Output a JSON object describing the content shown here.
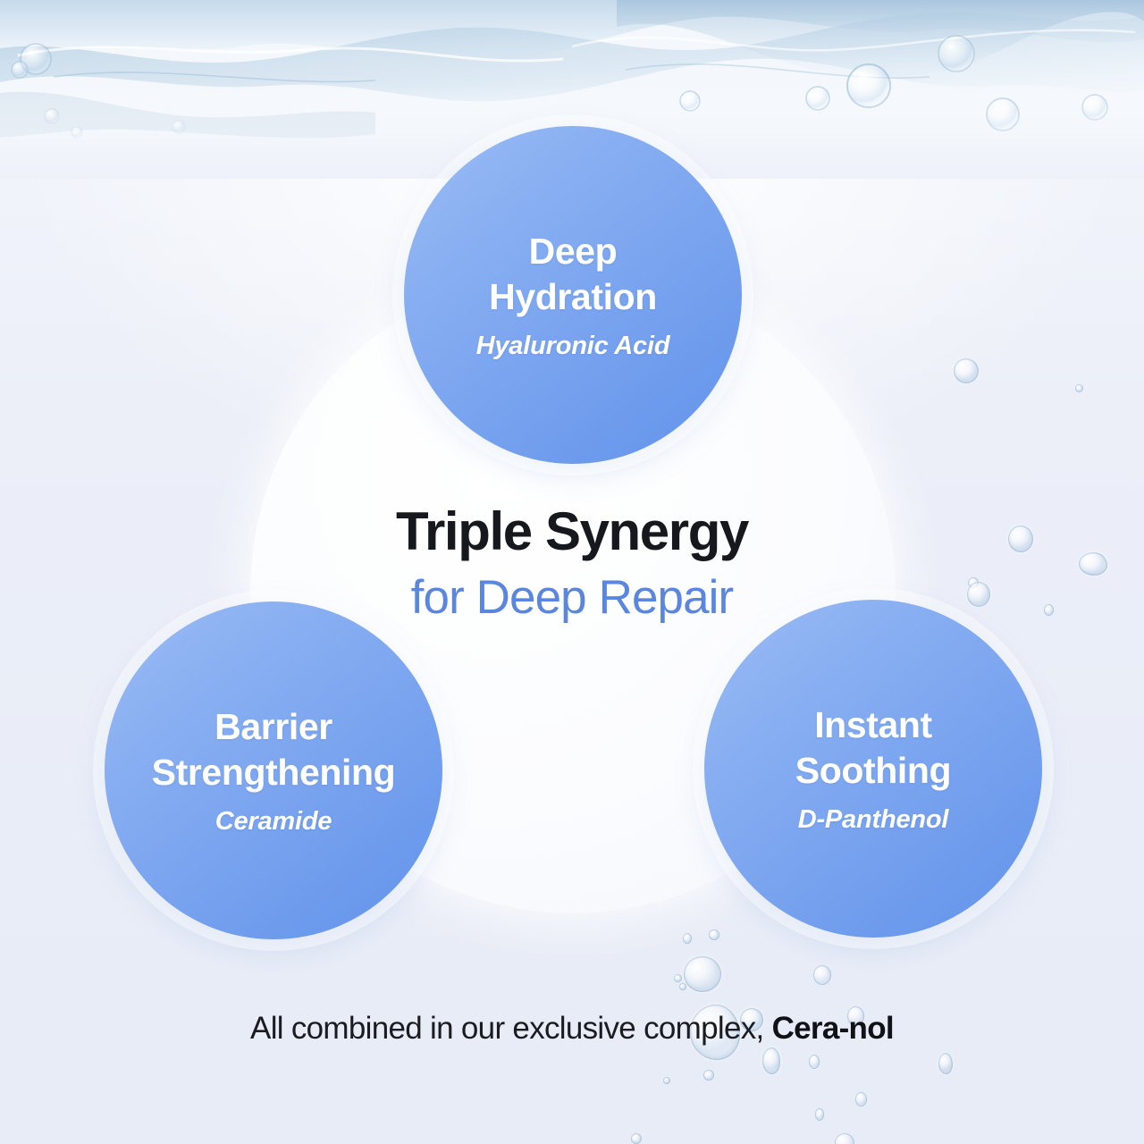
{
  "meta": {
    "background_color": "#eef1f9",
    "accent_blue": "#5B86DF",
    "node_blue_light": "#9cbcf4",
    "node_blue_deep": "#6493EA",
    "headline_color": "#16181d"
  },
  "center": {
    "headline": "Triple Synergy",
    "subheadline": "for Deep Repair"
  },
  "nodes": [
    {
      "id": "deep-hydration",
      "title": "Deep\nHydration",
      "ingredient": "Hyaluronic Acid"
    },
    {
      "id": "barrier-strengthening",
      "title": "Barrier\nStrengthening",
      "ingredient": "Ceramide"
    },
    {
      "id": "instant-soothing",
      "title": "Instant\nSoothing",
      "ingredient": "D-Panthenol"
    }
  ],
  "caption": {
    "lead": "All combined in our exclusive complex, ",
    "brand": "Cera-nol"
  }
}
